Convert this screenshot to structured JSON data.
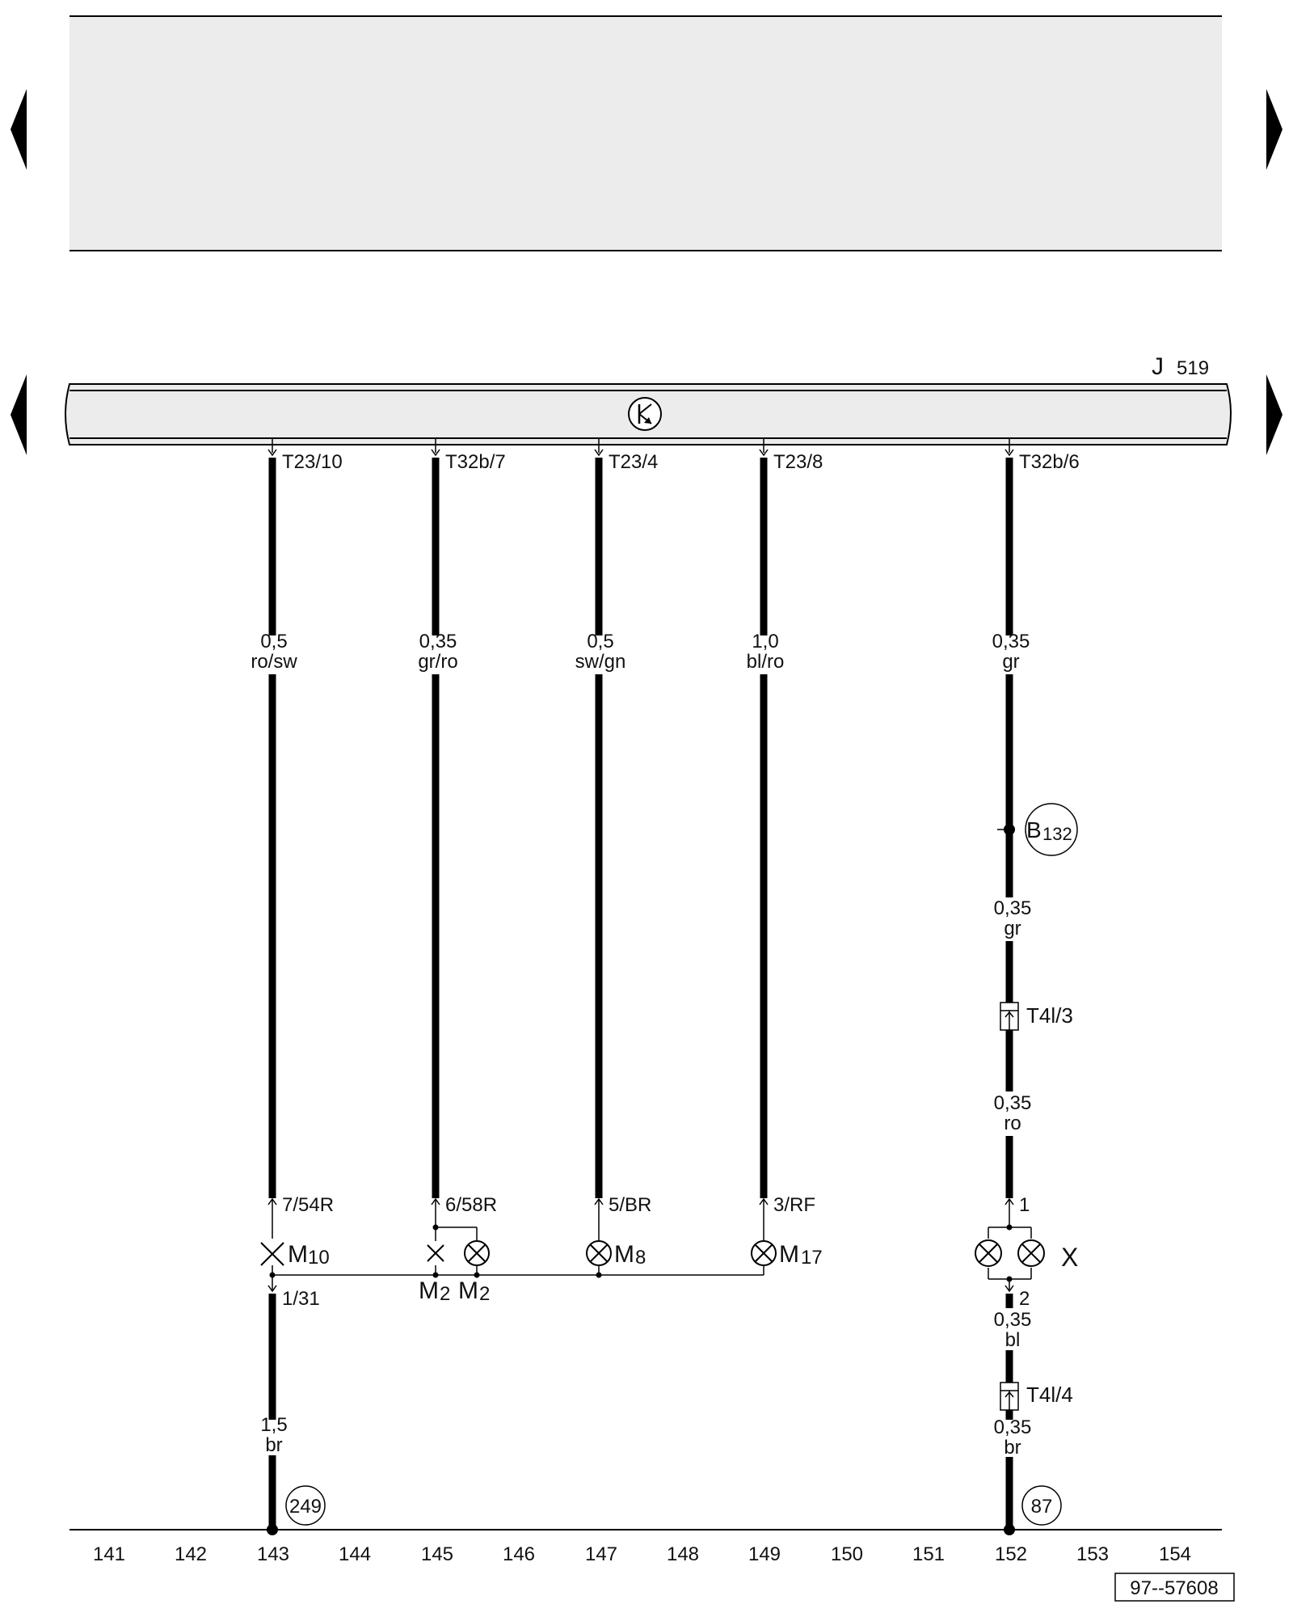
{
  "control_unit": {
    "name": "J",
    "number": "519"
  },
  "wires": [
    {
      "id": "w143",
      "connector": "T23/10",
      "size": "0,5",
      "color": "ro/sw",
      "end_pin": "7/54R"
    },
    {
      "id": "w145",
      "connector": "T32b/7",
      "size": "0,35",
      "color": "gr/ro",
      "end_pin": "6/58R"
    },
    {
      "id": "w147",
      "connector": "T23/4",
      "size": "0,5",
      "color": "sw/gn",
      "end_pin": "5/BR"
    },
    {
      "id": "w149",
      "connector": "T23/8",
      "size": "1,0",
      "color": "bl/ro",
      "end_pin": "3/RF"
    },
    {
      "id": "w152",
      "connector": "T32b/6",
      "size": "0,35",
      "color": "gr",
      "end_pin": "1"
    }
  ],
  "wire152": {
    "seg2": {
      "size": "0,35",
      "color": "gr"
    },
    "plug1": "T4l/3",
    "seg3": {
      "size": "0,35",
      "color": "ro"
    },
    "lamp_label": "X",
    "pin2": "2",
    "seg4": {
      "size": "0,35",
      "color": "bl"
    },
    "plug2": "T4l/4",
    "seg5": {
      "size": "0,35",
      "color": "br"
    },
    "ground": "87"
  },
  "splice": {
    "letter": "B",
    "number": "132"
  },
  "lamps": {
    "m10": {
      "letter": "M",
      "number": "10"
    },
    "m2a": {
      "letter": "M",
      "number": "2"
    },
    "m2b": {
      "letter": "M",
      "number": "2"
    },
    "m8": {
      "letter": "M",
      "number": "8"
    },
    "m17": {
      "letter": "M",
      "number": "17"
    }
  },
  "ground143": {
    "pin": "1/31",
    "size": "1,5",
    "color": "br",
    "ground": "249"
  },
  "columns": [
    "141",
    "142",
    "143",
    "144",
    "145",
    "146",
    "147",
    "148",
    "149",
    "150",
    "151",
    "152",
    "153",
    "154"
  ],
  "diagram_code": "97--57608"
}
